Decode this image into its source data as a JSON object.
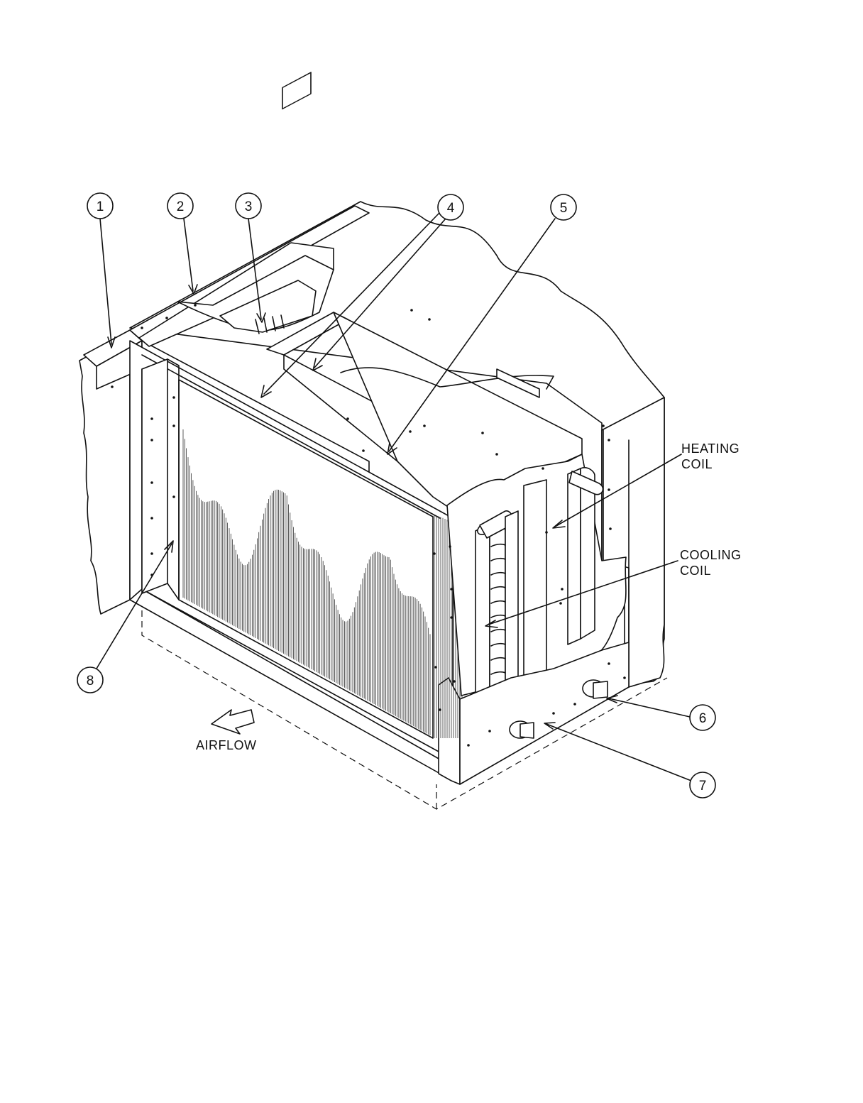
{
  "callouts": [
    {
      "id": "c1",
      "number": "1"
    },
    {
      "id": "c2",
      "number": "2"
    },
    {
      "id": "c3",
      "number": "3"
    },
    {
      "id": "c4",
      "number": "4"
    },
    {
      "id": "c5",
      "number": "5"
    },
    {
      "id": "c6",
      "number": "6"
    },
    {
      "id": "c7",
      "number": "7"
    },
    {
      "id": "c8",
      "number": "8"
    }
  ],
  "labels": {
    "heating_coil": [
      "HEATING",
      "COIL"
    ],
    "cooling_coil": [
      "COOLING",
      "COIL"
    ],
    "airflow": "AIRFLOW"
  }
}
